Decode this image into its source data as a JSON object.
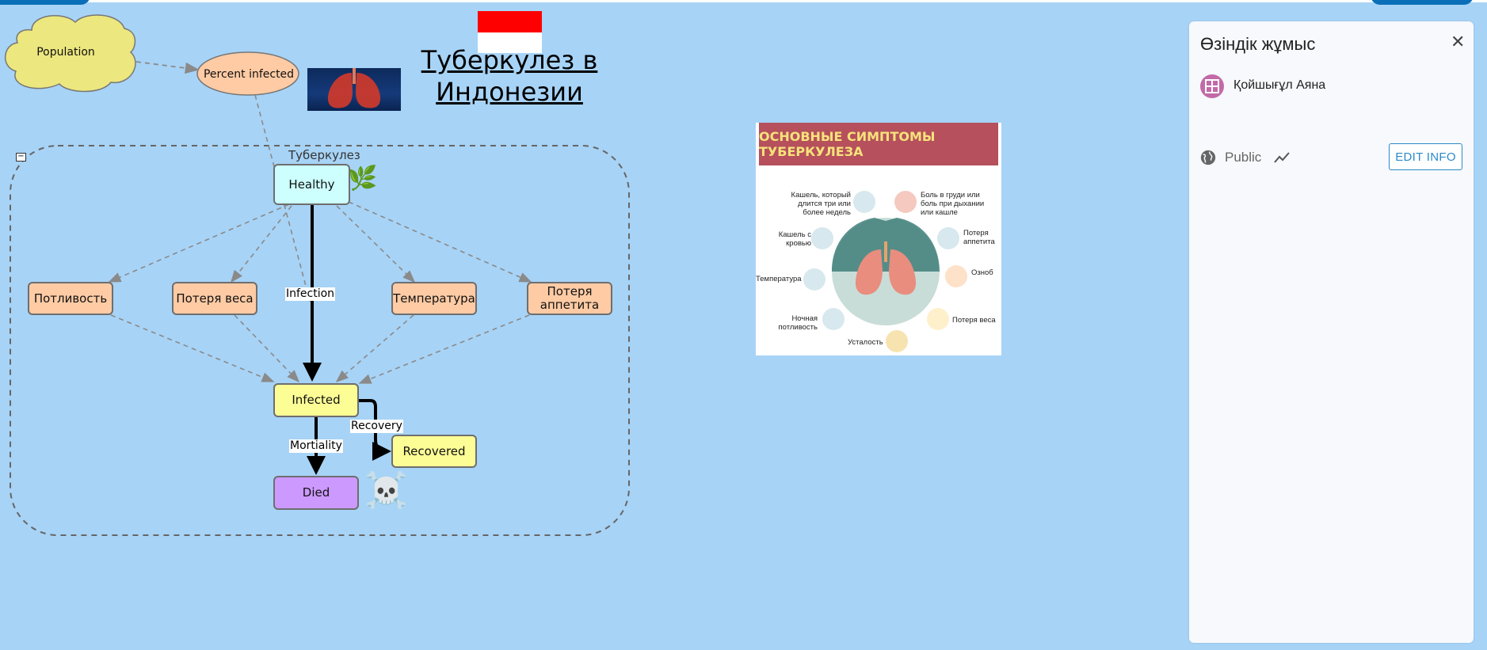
{
  "title": {
    "line1": "Туберкулез в",
    "line2": "Индонезии"
  },
  "nodes": {
    "population": "Population",
    "percent_infected": "Percent infected",
    "healthy": "Healthy",
    "sweating": "Потливость",
    "weight_loss": "Потеря веса",
    "temperature": "Температура",
    "appetite_loss": "Потеря аппетита",
    "infected": "Infected",
    "recovered": "Recovered",
    "died": "Died"
  },
  "edges": {
    "infection": "Infection",
    "recovery": "Recovery",
    "mortality": "Mortiality"
  },
  "folder": {
    "label": "Туберкулез",
    "collapse": "−"
  },
  "poster": {
    "heading": "ОСНОВНЫЕ СИМПТОМЫ ТУБЕРКУЛЕЗА",
    "symptoms": {
      "cough_long": "Кашель, который длится три или более недель",
      "chest_pain": "Боль в груди или боль при дыхании или кашле",
      "blood_cough": "Кашель с кровью",
      "appetite": "Потеря аппетита",
      "temperature": "Температура",
      "chills": "Озноб",
      "night_sweats": "Ночная потливость",
      "weight": "Потеря веса",
      "fatigue": "Усталость"
    }
  },
  "panel": {
    "title": "Өзіндік жұмыс",
    "author": "Қойшығұл Аяна",
    "visibility": "Public",
    "edit_button": "EDIT INFO"
  },
  "icons": [
    "close-icon",
    "globe-icon",
    "trend-icon",
    "avatar",
    "leaf-icon",
    "skull-icon"
  ],
  "colors": {
    "background": "#a7d3f6",
    "stock_yellow": "#fdfd96",
    "healthy_cyan": "#ccfffe",
    "died_purple": "#cc99ff",
    "variable_peach": "#ffcba4",
    "accent_blue": "#2d89c8"
  }
}
